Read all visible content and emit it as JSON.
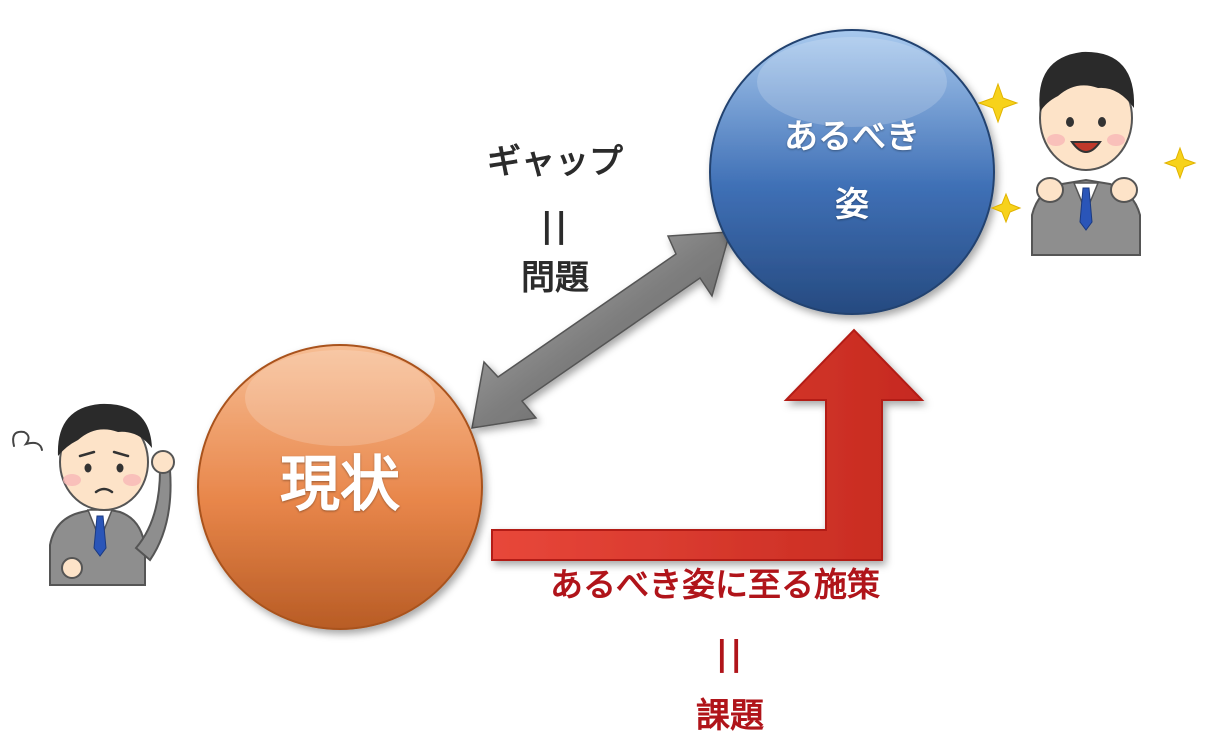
{
  "nodes": {
    "current": {
      "label": "現状"
    },
    "ideal": {
      "line1": "あるべき",
      "line2": "姿"
    }
  },
  "gap": {
    "line1": "ギャップ",
    "equals": "||",
    "line2": "問題"
  },
  "measure": {
    "line1": "あるべき姿に至る施策",
    "equals": "||",
    "line2": "課題"
  },
  "colors": {
    "current_light": "#f6b58a",
    "current_dark": "#c2652a",
    "ideal_light": "#9ec1ea",
    "ideal_dark": "#2a4f86",
    "gap_arrow": "#8a8a8a",
    "measure_arrow": "#e53b2f",
    "measure_text": "#b0141a",
    "dark_text": "#2b2b2b"
  },
  "figures": {
    "left_person": "worried-businessman",
    "right_person": "happy-businessman"
  }
}
